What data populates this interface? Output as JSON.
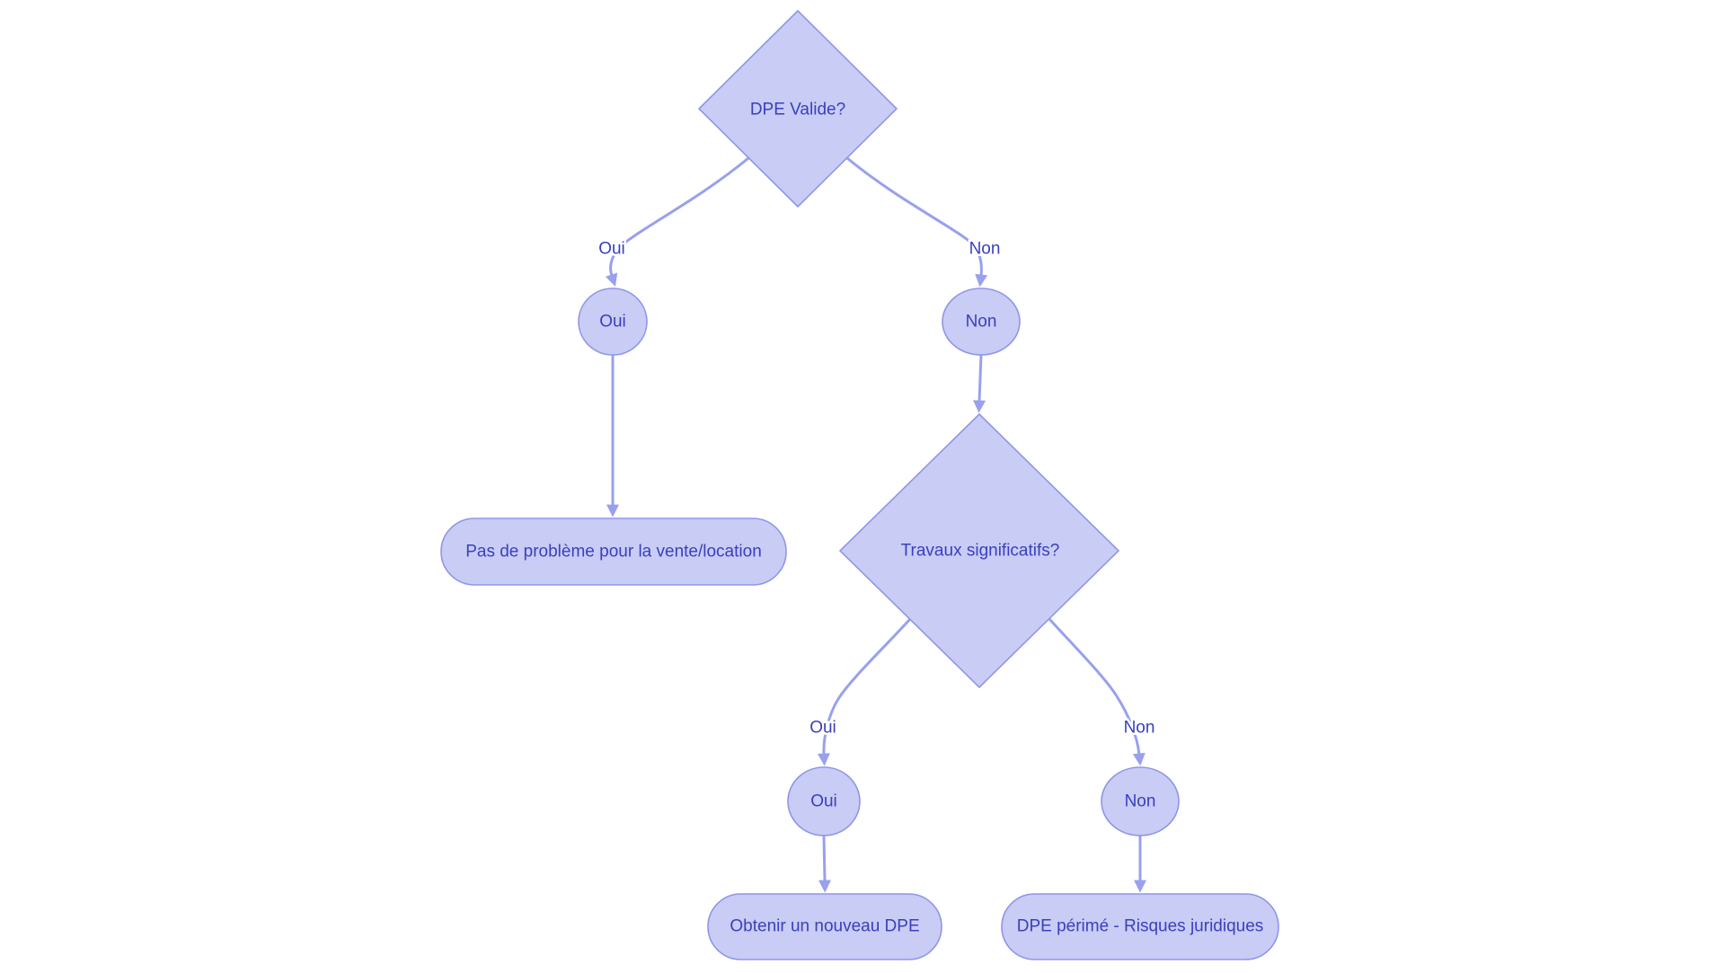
{
  "theme": {
    "node_fill": "#c9ccf4",
    "node_border": "#8f96e8",
    "edge_color": "#99a0ed",
    "text_color": "#3a40bf",
    "background": "#ffffff"
  },
  "diagram": {
    "type": "flowchart-decision-tree",
    "language": "fr",
    "nodes": [
      {
        "id": "dpe-valide",
        "shape": "diamond",
        "label": "DPE Valide?"
      },
      {
        "id": "oui-1",
        "shape": "circle",
        "label": "Oui"
      },
      {
        "id": "non-1",
        "shape": "circle",
        "label": "Non"
      },
      {
        "id": "pas-de-probleme",
        "shape": "stadium",
        "label": "Pas de problème pour la vente/location"
      },
      {
        "id": "travaux",
        "shape": "diamond",
        "label": "Travaux significatifs?"
      },
      {
        "id": "oui-2",
        "shape": "circle",
        "label": "Oui"
      },
      {
        "id": "non-2",
        "shape": "circle",
        "label": "Non"
      },
      {
        "id": "nouveau-dpe",
        "shape": "stadium",
        "label": "Obtenir un nouveau DPE"
      },
      {
        "id": "dpe-perime",
        "shape": "stadium",
        "label": "DPE périmé - Risques juridiques"
      }
    ],
    "edges": [
      {
        "from": "dpe-valide",
        "to": "oui-1",
        "label": "Oui"
      },
      {
        "from": "dpe-valide",
        "to": "non-1",
        "label": "Non"
      },
      {
        "from": "oui-1",
        "to": "pas-de-probleme",
        "label": ""
      },
      {
        "from": "non-1",
        "to": "travaux",
        "label": ""
      },
      {
        "from": "travaux",
        "to": "oui-2",
        "label": "Oui"
      },
      {
        "from": "travaux",
        "to": "non-2",
        "label": "Non"
      },
      {
        "from": "oui-2",
        "to": "nouveau-dpe",
        "label": ""
      },
      {
        "from": "non-2",
        "to": "dpe-perime",
        "label": ""
      }
    ]
  }
}
